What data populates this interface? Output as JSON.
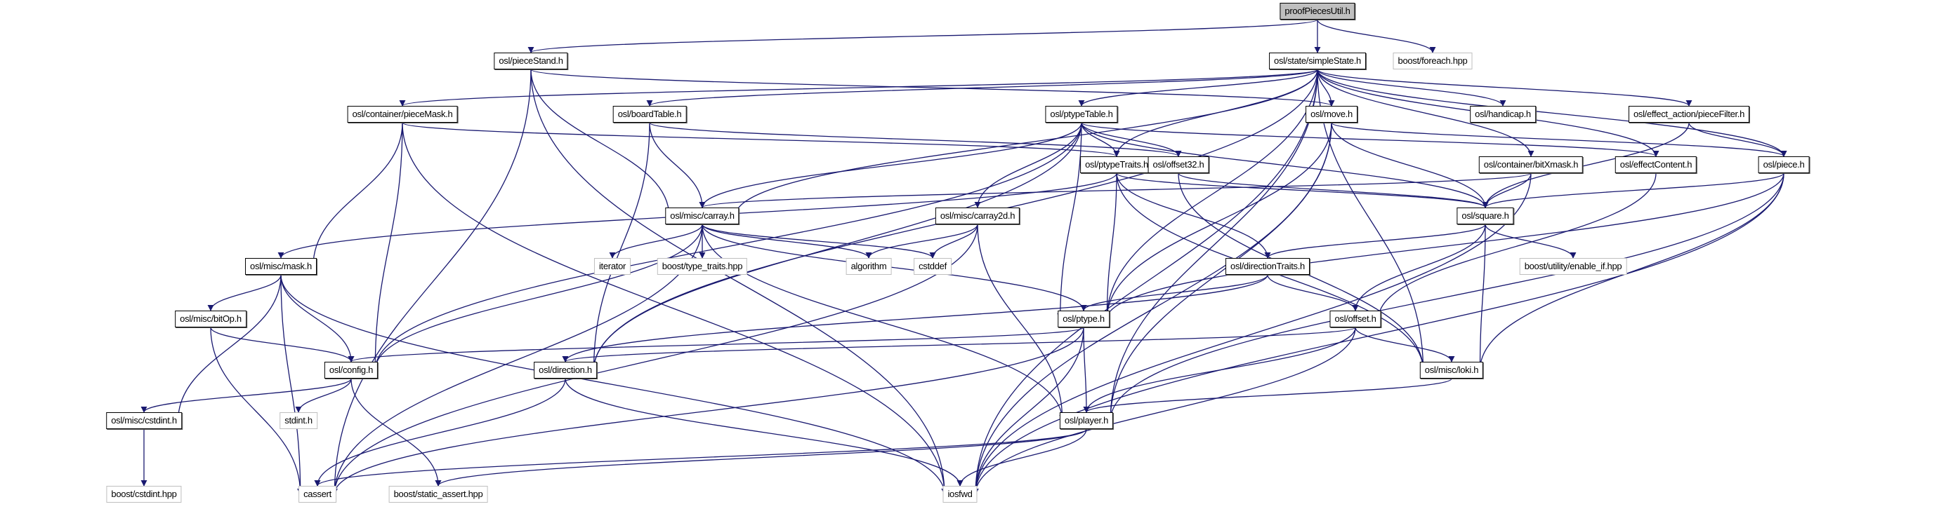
{
  "title": "proofPiecesUtil.h",
  "colors": {
    "edge": "#191970",
    "root_fill": "#bfbfbf",
    "external_border": "#bfbfbf",
    "node_border": "#000000"
  },
  "nodes": [
    {
      "id": "root",
      "label": "proofPiecesUtil.h",
      "kind": "root"
    },
    {
      "id": "pieceStand",
      "label": "osl/pieceStand.h",
      "kind": "project"
    },
    {
      "id": "simpleState",
      "label": "osl/state/simpleState.h",
      "kind": "project"
    },
    {
      "id": "foreach",
      "label": "boost/foreach.hpp",
      "kind": "external"
    },
    {
      "id": "pieceMask",
      "label": "osl/container/pieceMask.h",
      "kind": "project"
    },
    {
      "id": "boardTable",
      "label": "osl/boardTable.h",
      "kind": "project"
    },
    {
      "id": "ptypeTable",
      "label": "osl/ptypeTable.h",
      "kind": "project"
    },
    {
      "id": "move",
      "label": "osl/move.h",
      "kind": "project"
    },
    {
      "id": "handicap",
      "label": "osl/handicap.h",
      "kind": "project"
    },
    {
      "id": "pieceFilter",
      "label": "osl/effect_action/pieceFilter.h",
      "kind": "project"
    },
    {
      "id": "ptypeTraits",
      "label": "osl/ptypeTraits.h",
      "kind": "project"
    },
    {
      "id": "offset32",
      "label": "osl/offset32.h",
      "kind": "project"
    },
    {
      "id": "bitXmask",
      "label": "osl/container/bitXmask.h",
      "kind": "project"
    },
    {
      "id": "effectContent",
      "label": "osl/effectContent.h",
      "kind": "project"
    },
    {
      "id": "piece",
      "label": "osl/piece.h",
      "kind": "project"
    },
    {
      "id": "carray",
      "label": "osl/misc/carray.h",
      "kind": "project"
    },
    {
      "id": "carray2d",
      "label": "osl/misc/carray2d.h",
      "kind": "project"
    },
    {
      "id": "square",
      "label": "osl/square.h",
      "kind": "project"
    },
    {
      "id": "mask",
      "label": "osl/misc/mask.h",
      "kind": "project"
    },
    {
      "id": "iterator",
      "label": "iterator",
      "kind": "external"
    },
    {
      "id": "typeTraits",
      "label": "boost/type_traits.hpp",
      "kind": "external"
    },
    {
      "id": "algorithm",
      "label": "algorithm",
      "kind": "external"
    },
    {
      "id": "cstddef",
      "label": "cstddef",
      "kind": "external"
    },
    {
      "id": "directionTraits",
      "label": "osl/directionTraits.h",
      "kind": "project"
    },
    {
      "id": "enableIf",
      "label": "boost/utility/enable_if.hpp",
      "kind": "external"
    },
    {
      "id": "bitOp",
      "label": "osl/misc/bitOp.h",
      "kind": "project"
    },
    {
      "id": "ptype",
      "label": "osl/ptype.h",
      "kind": "project"
    },
    {
      "id": "offset",
      "label": "osl/offset.h",
      "kind": "project"
    },
    {
      "id": "config",
      "label": "osl/config.h",
      "kind": "project"
    },
    {
      "id": "direction",
      "label": "osl/direction.h",
      "kind": "project"
    },
    {
      "id": "loki",
      "label": "osl/misc/loki.h",
      "kind": "project"
    },
    {
      "id": "cstdintH",
      "label": "osl/misc/cstdint.h",
      "kind": "project"
    },
    {
      "id": "stdint",
      "label": "stdint.h",
      "kind": "external"
    },
    {
      "id": "player",
      "label": "osl/player.h",
      "kind": "project"
    },
    {
      "id": "boostCstdint",
      "label": "boost/cstdint.hpp",
      "kind": "external"
    },
    {
      "id": "cassert",
      "label": "cassert",
      "kind": "external"
    },
    {
      "id": "staticAssert",
      "label": "boost/static_assert.hpp",
      "kind": "external"
    },
    {
      "id": "iosfwd",
      "label": "iosfwd",
      "kind": "external"
    }
  ],
  "edges": [
    [
      "root",
      "pieceStand"
    ],
    [
      "root",
      "simpleState"
    ],
    [
      "root",
      "foreach"
    ],
    [
      "pieceStand",
      "move"
    ],
    [
      "pieceStand",
      "carray"
    ],
    [
      "pieceStand",
      "cassert"
    ],
    [
      "pieceStand",
      "iosfwd"
    ],
    [
      "simpleState",
      "pieceMask"
    ],
    [
      "simpleState",
      "boardTable"
    ],
    [
      "simpleState",
      "ptypeTable"
    ],
    [
      "simpleState",
      "move"
    ],
    [
      "simpleState",
      "handicap"
    ],
    [
      "simpleState",
      "pieceFilter"
    ],
    [
      "simpleState",
      "bitXmask"
    ],
    [
      "simpleState",
      "effectContent"
    ],
    [
      "simpleState",
      "piece"
    ],
    [
      "simpleState",
      "ptypeTraits"
    ],
    [
      "simpleState",
      "carray"
    ],
    [
      "simpleState",
      "ptype"
    ],
    [
      "simpleState",
      "direction"
    ],
    [
      "simpleState",
      "loki"
    ],
    [
      "simpleState",
      "player"
    ],
    [
      "simpleState",
      "iosfwd"
    ],
    [
      "pieceMask",
      "ptypeTraits"
    ],
    [
      "pieceMask",
      "mask"
    ],
    [
      "pieceMask",
      "config"
    ],
    [
      "pieceMask",
      "iosfwd"
    ],
    [
      "boardTable",
      "offset32"
    ],
    [
      "boardTable",
      "carray"
    ],
    [
      "boardTable",
      "direction"
    ],
    [
      "ptypeTable",
      "ptypeTraits"
    ],
    [
      "ptypeTable",
      "offset32"
    ],
    [
      "ptypeTable",
      "effectContent"
    ],
    [
      "ptypeTable",
      "carray"
    ],
    [
      "ptypeTable",
      "carray2d"
    ],
    [
      "ptypeTable",
      "square"
    ],
    [
      "ptypeTable",
      "ptype"
    ],
    [
      "ptypeTable",
      "config"
    ],
    [
      "ptypeTable",
      "direction"
    ],
    [
      "move",
      "piece"
    ],
    [
      "move",
      "square"
    ],
    [
      "move",
      "ptype"
    ],
    [
      "move",
      "player"
    ],
    [
      "move",
      "iosfwd"
    ],
    [
      "pieceFilter",
      "piece"
    ],
    [
      "pieceFilter",
      "square"
    ],
    [
      "ptypeTraits",
      "square"
    ],
    [
      "ptypeTraits",
      "directionTraits"
    ],
    [
      "ptypeTraits",
      "ptype"
    ],
    [
      "ptypeTraits",
      "mask"
    ],
    [
      "ptypeTraits",
      "loki"
    ],
    [
      "offset32",
      "square"
    ],
    [
      "offset32",
      "loki"
    ],
    [
      "bitXmask",
      "square"
    ],
    [
      "bitXmask",
      "carray"
    ],
    [
      "bitXmask",
      "iosfwd"
    ],
    [
      "effectContent",
      "offset"
    ],
    [
      "piece",
      "square"
    ],
    [
      "piece",
      "ptype"
    ],
    [
      "piece",
      "player"
    ],
    [
      "piece",
      "loki"
    ],
    [
      "piece",
      "iosfwd"
    ],
    [
      "carray",
      "iterator"
    ],
    [
      "carray",
      "typeTraits"
    ],
    [
      "carray",
      "algorithm"
    ],
    [
      "carray",
      "cstddef"
    ],
    [
      "carray",
      "ptype"
    ],
    [
      "carray",
      "player"
    ],
    [
      "carray",
      "config"
    ],
    [
      "carray",
      "cassert"
    ],
    [
      "carray2d",
      "algorithm"
    ],
    [
      "carray2d",
      "cstddef"
    ],
    [
      "carray2d",
      "player"
    ],
    [
      "carray2d",
      "cassert"
    ],
    [
      "square",
      "directionTraits"
    ],
    [
      "square",
      "enableIf"
    ],
    [
      "square",
      "offset"
    ],
    [
      "square",
      "loki"
    ],
    [
      "mask",
      "bitOp"
    ],
    [
      "mask",
      "config"
    ],
    [
      "mask",
      "cstdintH"
    ],
    [
      "mask",
      "cassert"
    ],
    [
      "mask",
      "iosfwd"
    ],
    [
      "directionTraits",
      "ptype"
    ],
    [
      "directionTraits",
      "offset"
    ],
    [
      "directionTraits",
      "direction"
    ],
    [
      "bitOp",
      "config"
    ],
    [
      "bitOp",
      "cassert"
    ],
    [
      "ptype",
      "config"
    ],
    [
      "ptype",
      "player"
    ],
    [
      "ptype",
      "cassert"
    ],
    [
      "ptype",
      "iosfwd"
    ],
    [
      "offset",
      "direction"
    ],
    [
      "offset",
      "loki"
    ],
    [
      "offset",
      "player"
    ],
    [
      "offset",
      "iosfwd"
    ],
    [
      "config",
      "cstdintH"
    ],
    [
      "config",
      "stdint"
    ],
    [
      "config",
      "staticAssert"
    ],
    [
      "direction",
      "cassert"
    ],
    [
      "direction",
      "iosfwd"
    ],
    [
      "loki",
      "player"
    ],
    [
      "cstdintH",
      "boostCstdint"
    ],
    [
      "player",
      "cassert"
    ],
    [
      "player",
      "staticAssert"
    ],
    [
      "player",
      "iosfwd"
    ]
  ]
}
